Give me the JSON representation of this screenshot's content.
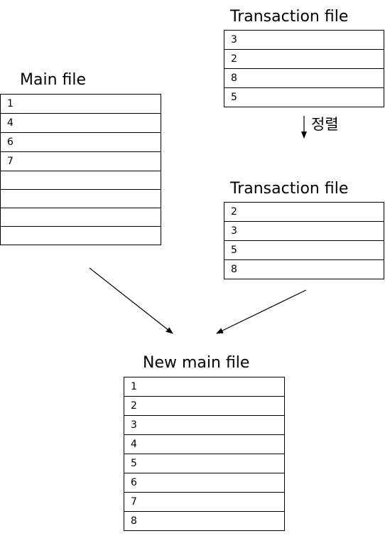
{
  "transaction_unsorted": {
    "title": "Transaction file",
    "rows": [
      "3",
      "2",
      "8",
      "5"
    ]
  },
  "main_file": {
    "title": "Main file",
    "rows": [
      "1",
      "4",
      "6",
      "7",
      "",
      "",
      "",
      ""
    ]
  },
  "sort_step": {
    "label": "정렬"
  },
  "transaction_sorted": {
    "title": "Transaction file",
    "rows": [
      "2",
      "3",
      "5",
      "8"
    ]
  },
  "new_main_file": {
    "title": "New main file",
    "rows": [
      "1",
      "2",
      "3",
      "4",
      "5",
      "6",
      "7",
      "8"
    ]
  }
}
